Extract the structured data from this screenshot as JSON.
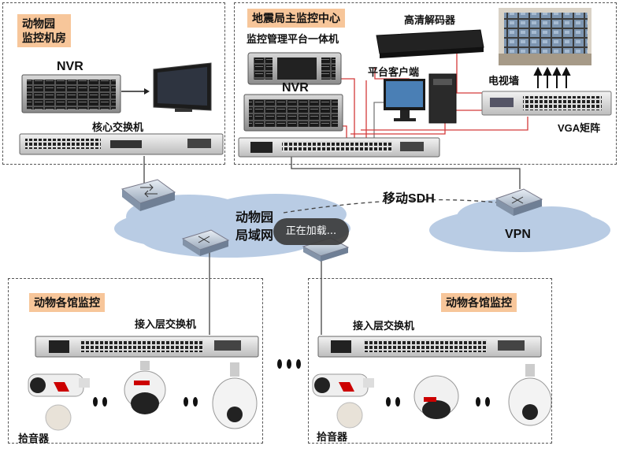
{
  "zoo_room": {
    "title": "动物园\n监控机房",
    "nvr_label": "NVR",
    "core_switch_label": "核心交换机"
  },
  "center": {
    "title": "地震局主监控中心",
    "platform_label": "监控管理平台一体机",
    "decoder_label": "高清解码器",
    "nvr_label": "NVR",
    "client_label": "平台客户端",
    "tvwall_label": "电视墙",
    "vga_label": "VGA矩阵"
  },
  "network": {
    "lan_label_line1": "动物园",
    "lan_label_line2": "局域网",
    "sdh_label": "移动SDH",
    "vpn_label": "VPN"
  },
  "loading": {
    "text": "正在加载..."
  },
  "halls": [
    {
      "title": "动物各馆监控",
      "switch_label": "接入层交换机",
      "pickup_label": "拾音器"
    },
    {
      "title": "动物各馆监控",
      "switch_label": "接入层交换机",
      "pickup_label": "拾音器"
    }
  ],
  "colors": {
    "tag_bg": "#f7c69a",
    "cloud": "#b9cce4",
    "cable_red": "#d43a3a",
    "cable_gray": "#7a7a7a"
  }
}
